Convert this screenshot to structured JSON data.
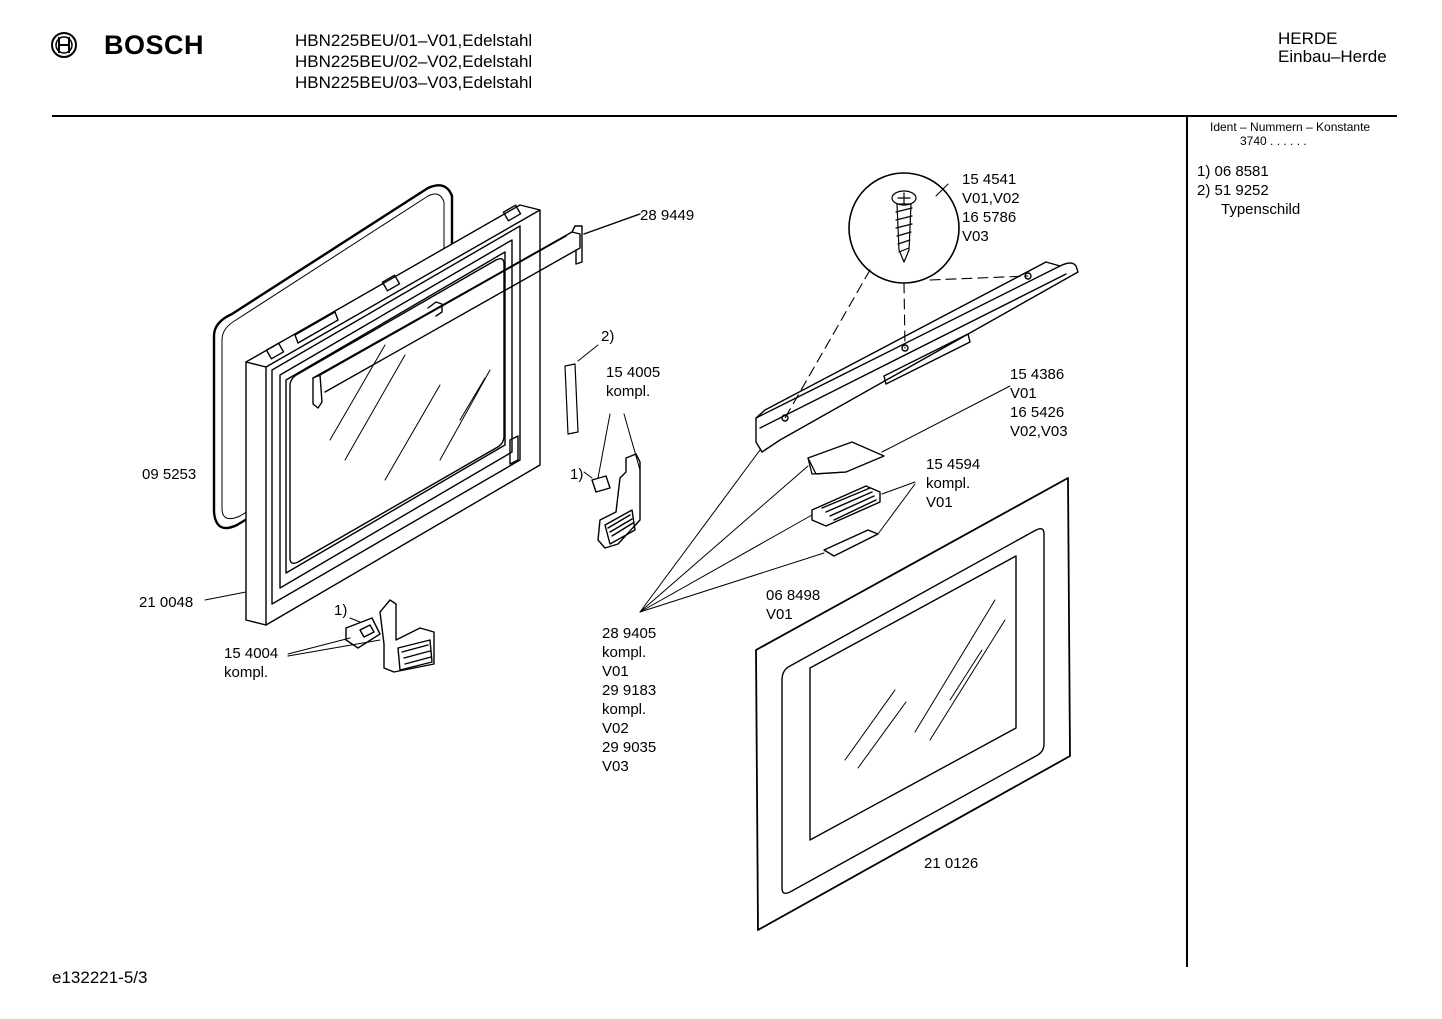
{
  "header": {
    "brand": "BOSCH",
    "models": [
      "HBN225BEU/01–V01,Edelstahl",
      "HBN225BEU/02–V02,Edelstahl",
      "HBN225BEU/03–V03,Edelstahl"
    ],
    "category": "HERDE",
    "subcategory": "Einbau–Herde"
  },
  "sidebar": {
    "title": "Ident – Nummern – Konstante",
    "constant": "3740 . . . . . .",
    "notes": [
      {
        "text": "1)  06 8581"
      },
      {
        "text": "2)  51 9252"
      },
      {
        "text": "Typenschild",
        "indent": true
      }
    ]
  },
  "labels": {
    "l_289449": [
      "28 9449"
    ],
    "l_2": [
      "2)"
    ],
    "l_154005": [
      "15 4005",
      "kompl."
    ],
    "l_1a": [
      "1)"
    ],
    "l_095253": [
      "09 5253"
    ],
    "l_210048": [
      "21 0048"
    ],
    "l_1b": [
      "1)"
    ],
    "l_154004": [
      "15 4004",
      "kompl."
    ],
    "l_154541": [
      "15 4541",
      "V01,V02",
      "16 5786",
      "V03"
    ],
    "l_154386": [
      "15 4386",
      "V01",
      "16 5426",
      "V02,V03"
    ],
    "l_154594": [
      "15 4594",
      "kompl.",
      "V01"
    ],
    "l_068498": [
      "06 8498",
      "V01"
    ],
    "l_289405": [
      "28 9405",
      "kompl.",
      "V01",
      "29 9183",
      "kompl.",
      "V02",
      "29 9035",
      "V03"
    ],
    "l_210126": [
      "21 0126"
    ]
  },
  "footer": {
    "code": "e132221-5/3"
  }
}
